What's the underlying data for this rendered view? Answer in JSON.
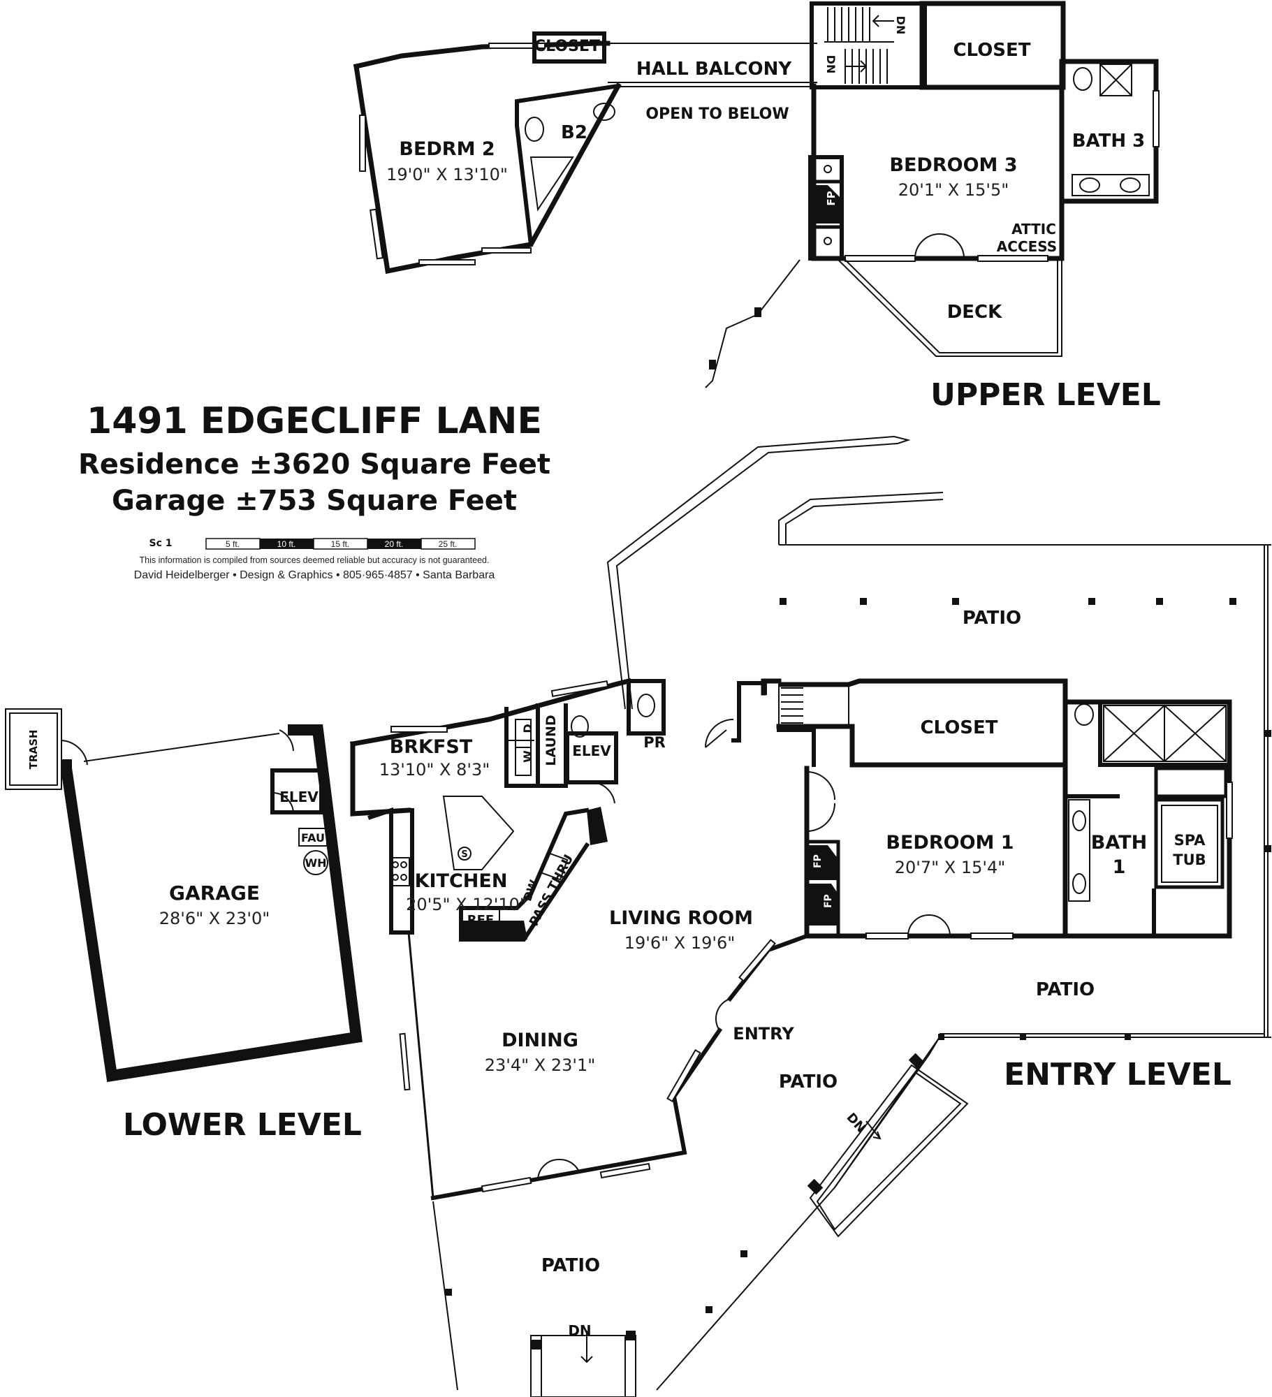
{
  "header": {
    "address": "1491 EDGECLIFF LANE",
    "residence": "Residence ±3620 Square Feet",
    "garage": "Garage ±753 Square Feet"
  },
  "scale": {
    "label": "Sc 1",
    "segments": [
      "5 ft.",
      "10 ft.",
      "15 ft.",
      "20 ft.",
      "25 ft."
    ]
  },
  "disclaimer": "This information is compiled from sources deemed reliable but accuracy is not guaranteed.",
  "credit": "David Heidelberger • Design & Graphics • 805·965·4857 • Santa Barbara",
  "levels": {
    "upper": "UPPER LEVEL",
    "entry": "ENTRY LEVEL",
    "lower": "LOWER LEVEL"
  },
  "upper": {
    "closet_small": "CLOSET",
    "hall_balcony": "HALL BALCONY",
    "open_below": "OPEN TO BELOW",
    "closet": "CLOSET",
    "bedrm2": "BEDRM 2",
    "bedrm2_dim": "19'0\" X 13'10\"",
    "b2": "B2",
    "bedroom3": "BEDROOM 3",
    "bedroom3_dim": "20'1\" X 15'5\"",
    "bath3": "BATH 3",
    "attic": "ATTIC",
    "access": "ACCESS",
    "fp": "FP",
    "deck": "DECK",
    "dn1": "DN",
    "dn2": "DN"
  },
  "entry": {
    "patio_top": "PATIO",
    "closet": "CLOSET",
    "bedroom1": "BEDROOM 1",
    "bedroom1_dim": "20'7\" X 15'4\"",
    "bath1_a": "BATH",
    "bath1_b": "1",
    "spa_a": "SPA",
    "spa_b": "TUB",
    "fp1": "FP",
    "fp2": "FP",
    "patio_right": "PATIO",
    "brkfst": "BRKFST",
    "brkfst_dim": "13'10\" X 8'3\"",
    "w": "W",
    "d": "D",
    "laund": "LAUND",
    "elev": "ELEV",
    "pr": "PR",
    "kitchen": "KITCHEN",
    "kitchen_dim": "20'5\" X 12'10\"",
    "s": "S",
    "dw": "DW",
    "pass_thru": "PASS THRU",
    "ref": "REF",
    "living": "LIVING ROOM",
    "living_dim": "19'6\" X 19'6\"",
    "dining": "DINING",
    "dining_dim": "23'4\" X 23'1\"",
    "entry": "ENTRY",
    "patio_mid": "PATIO",
    "dn_stairs": "DN",
    "patio_bottom": "PATIO",
    "dn_bottom": "DN"
  },
  "lower": {
    "trash": "TRASH",
    "elev": "ELEV",
    "fau": "FAU",
    "wh": "WH",
    "garage": "GARAGE",
    "garage_dim": "28'6\" X 23'0\""
  }
}
